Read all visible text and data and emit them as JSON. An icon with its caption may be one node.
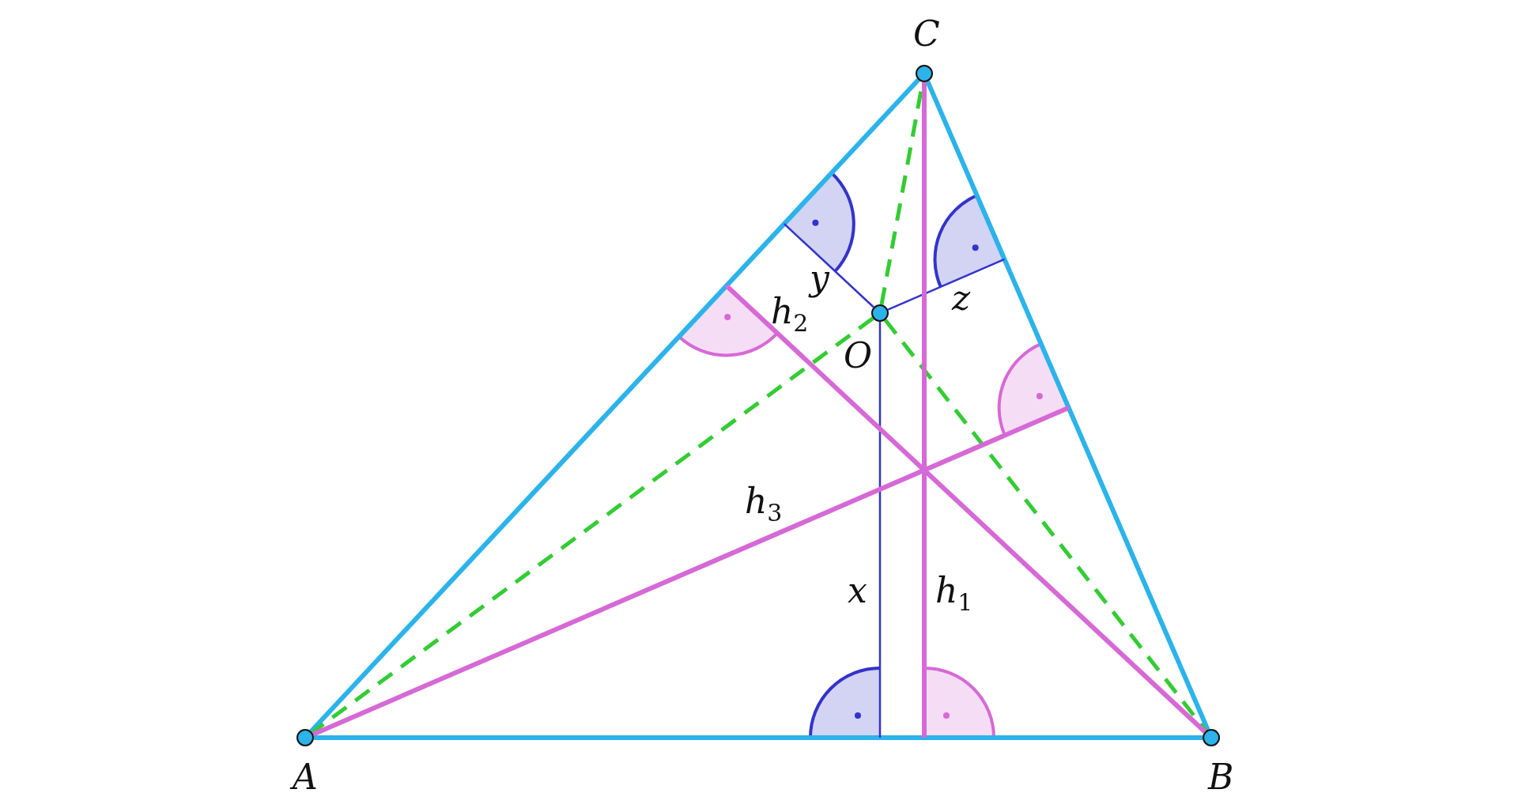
{
  "diagram": {
    "nodes": [
      {
        "text": [
          "C"
        ]
      },
      {
        "text": [
          "O"
        ]
      },
      {
        "text": [
          "A"
        ]
      },
      {
        "text": [
          "B"
        ]
      },
      {
        "text": [],
        "shape": "sector"
      },
      {
        "text": [],
        "shape": "sector"
      },
      {
        "text": [],
        "shape": "sector"
      },
      {
        "text": [],
        "shape": "sector"
      },
      {
        "text": [],
        "shape": "sector"
      },
      {
        "text": [],
        "shape": "sector"
      }
    ],
    "edges": [
      {
        "from": 2,
        "to": 3,
        "arrow": "none",
        "color": "#2bb3ea"
      },
      {
        "from": 3,
        "to": 0,
        "arrow": "none",
        "color": "#2bb3ea"
      },
      {
        "from": 0,
        "to": 2,
        "arrow": "none",
        "color": "#2bb3ea"
      },
      {
        "from": 1,
        "to": 2,
        "arrow": "none",
        "style": "dashed",
        "color": "#33cc33"
      },
      {
        "from": 1,
        "to": 3,
        "arrow": "none",
        "style": "dashed",
        "color": "#33cc33"
      },
      {
        "from": 1,
        "to": 0,
        "arrow": "none",
        "style": "dashed",
        "color": "#33cc33"
      },
      {
        "from": 1,
        "to": 8,
        "arrow": "none",
        "label": "x",
        "color": "#3333cc"
      },
      {
        "from": 1,
        "to": 4,
        "arrow": "none",
        "label": "y",
        "color": "#3333cc"
      },
      {
        "from": 1,
        "to": 5,
        "arrow": "none",
        "label": "z",
        "color": "#3333cc"
      },
      {
        "from": 0,
        "to": 9,
        "arrow": "none",
        "label": "h$_{1}$",
        "color": "#d669d6"
      },
      {
        "from": 3,
        "to": 6,
        "arrow": "none",
        "label": "h$_{2}$",
        "color": "#d669d6"
      },
      {
        "from": 2,
        "to": 7,
        "arrow": "none",
        "label": "h$_{3}$",
        "color": "#d669d6"
      }
    ]
  }
}
